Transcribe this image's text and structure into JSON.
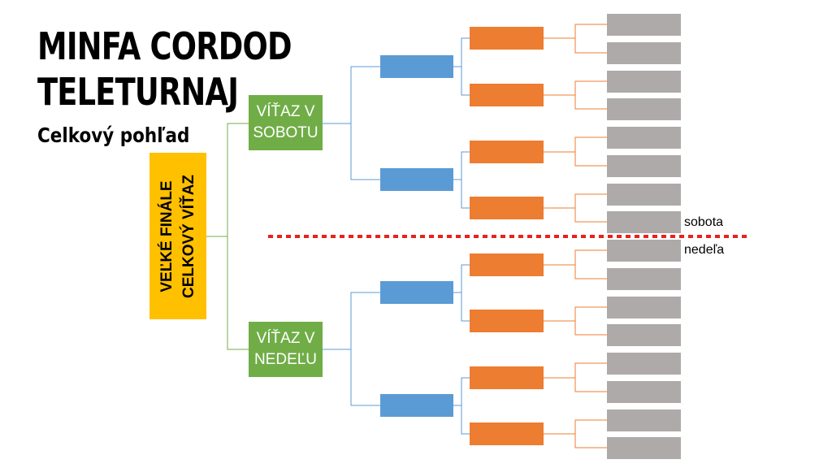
{
  "title": {
    "line1": "MINFA CORDOD",
    "line2": "TELETURNAJ",
    "subtitle": "Celkový pohľad"
  },
  "final": {
    "line1": "VEĽKÉ FINÁLE",
    "line2": "CELKOVÝ VÍŤAZ"
  },
  "semifinals": [
    {
      "line1": "VÍŤAZ V",
      "line2": "SOBOTU"
    },
    {
      "line1": "VÍŤAZ V",
      "line2": "NEDEĽU"
    }
  ],
  "days": {
    "first": "sobota",
    "second": "nedeľa"
  },
  "colors": {
    "final": "#ffc000",
    "semifinal": "#70ad47",
    "round2": "#5b9bd5",
    "round1": "#ed7d31",
    "entries": "#aeaaaa",
    "divider": "#e8211d"
  }
}
